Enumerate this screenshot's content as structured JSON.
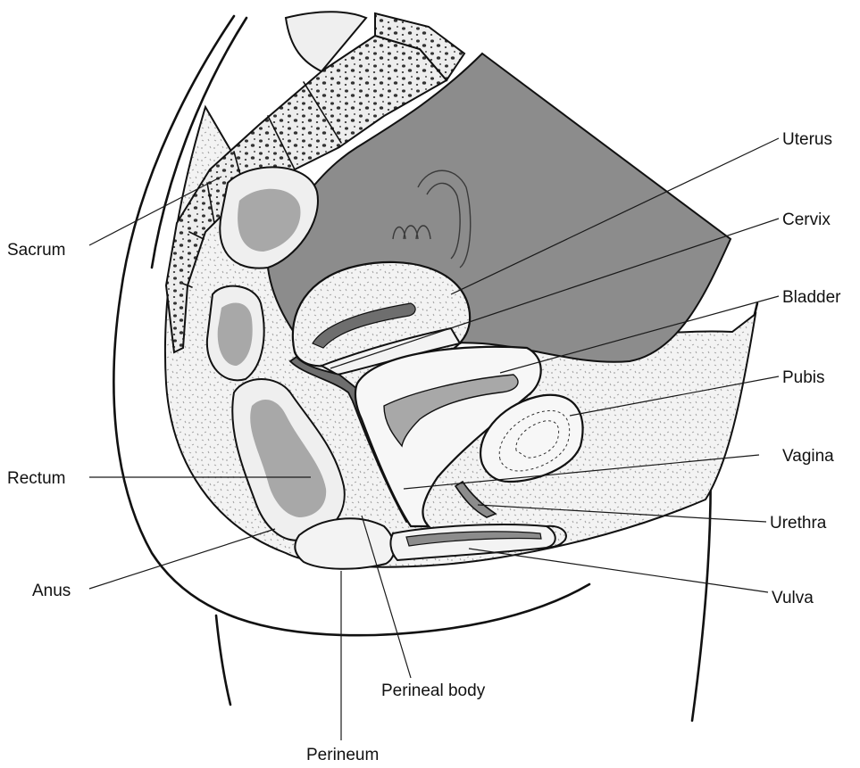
{
  "labels": {
    "uterus": "Uterus",
    "cervix": "Cervix",
    "bladder": "Bladder",
    "pubis": "Pubis",
    "vagina": "Vagina",
    "urethra": "Urethra",
    "vulva": "Vulva",
    "sacrum": "Sacrum",
    "rectum": "Rectum",
    "anus": "Anus",
    "perineal_body": "Perineal body",
    "perineum": "Perineum"
  },
  "colors": {
    "line": "#111111",
    "cavity_shade": "#8c8c8c",
    "tissue": "#efefef",
    "light_fill": "#f7f7f7",
    "mid_gray": "#a8a8a8",
    "dark_gray": "#6e6e6e"
  }
}
